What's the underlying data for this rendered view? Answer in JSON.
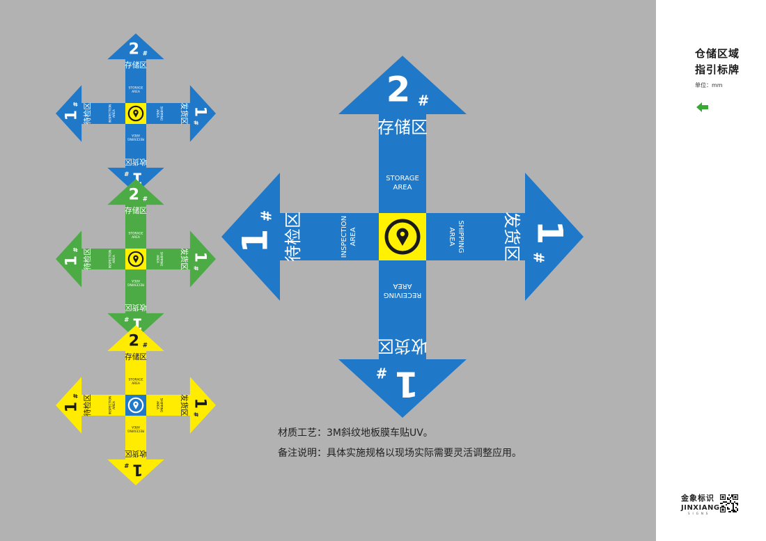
{
  "sidebar": {
    "title_line1": "仓储区域",
    "title_line2": "指引标牌",
    "unit": "单位：mm",
    "back_icon": "green-left-arrow-icon",
    "logo_cn": "金象标识",
    "logo_en": "JINXIANG",
    "logo_sub": "SIGNS",
    "qr_icon": "qr-code-icon"
  },
  "notes": {
    "material": "材质工艺：3M斜纹地板膜车贴UV。",
    "remark": "备注说明：具体实施规格以现场实际需要灵活调整应用。"
  },
  "sign": {
    "top_number": "2",
    "hash": "#",
    "top_cn": "存储区",
    "top_en_1": "STORAGE",
    "top_en_2": "AREA",
    "left_number": "1",
    "left_cn": "待检区",
    "left_en_1": "INSPECTION",
    "left_en_2": "AREA",
    "right_number": "1",
    "right_cn": "发货区",
    "right_en_1": "SHIPPING",
    "right_en_2": "AREA",
    "bottom_number": "1",
    "bottom_cn": "收货区",
    "bottom_en_1": "RECEIVING",
    "bottom_en_2": "AREA",
    "center_icon": "location-pin-icon"
  },
  "colors": {
    "canvas_bg": "#b2b2b3",
    "blue": "#1f78c8",
    "green": "#4dab46",
    "yellow": "#ffec00",
    "center_yellow": "#fff100",
    "accent_green": "#39a935"
  },
  "variants": [
    {
      "name": "large-blue-sign",
      "arrow_color": "#1f78c8",
      "text_color": "#ffffff",
      "center_fill": "#fff100",
      "pin_ring": "#1a1a1a"
    },
    {
      "name": "small-blue-sign",
      "arrow_color": "#1f78c8",
      "text_color": "#ffffff",
      "center_fill": "#fff100",
      "pin_ring": "#1a1a1a"
    },
    {
      "name": "small-green-sign",
      "arrow_color": "#4dab46",
      "text_color": "#ffffff",
      "center_fill": "#fff100",
      "pin_ring": "#1a1a1a"
    },
    {
      "name": "small-yellow-sign",
      "arrow_color": "#ffec00",
      "text_color": "#1a1a1a",
      "center_fill": "#1f78c8",
      "pin_ring": "#ffffff"
    }
  ]
}
